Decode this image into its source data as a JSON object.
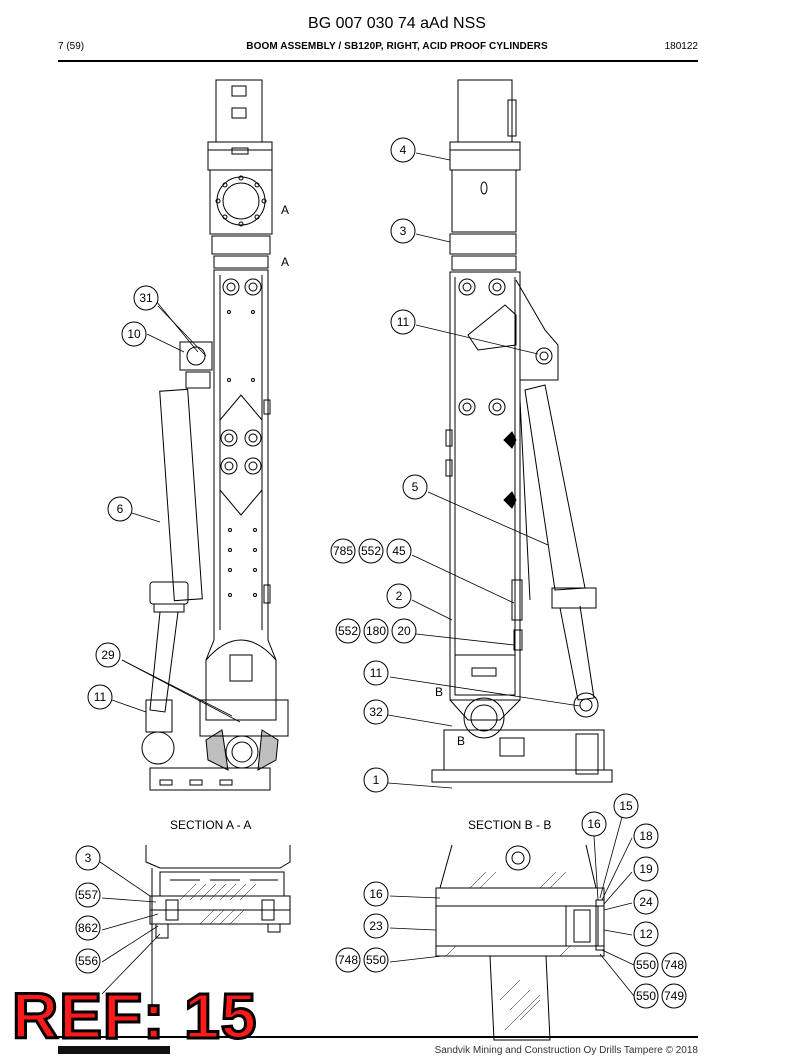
{
  "header": {
    "doc_number": "BG 007 030 74 aAd NSS",
    "page": "7 (59)",
    "title": "BOOM ASSEMBLY / SB120P, RIGHT, ACID PROOF CYLINDERS",
    "date": "180122"
  },
  "views": {
    "left_markers": [
      "A",
      "A"
    ],
    "right_markers": [
      "B",
      "B"
    ],
    "section_a": "SECTION A - A",
    "section_b": "SECTION B - B"
  },
  "callouts": {
    "c31": "31",
    "c10": "10",
    "c6": "6",
    "c29": "29",
    "c11a": "11",
    "c4": "4",
    "c3": "3",
    "c11b": "11",
    "c5": "5",
    "c785": "785",
    "c552a": "552",
    "c45": "45",
    "c2": "2",
    "c552b": "552",
    "c180": "180",
    "c20": "20",
    "c11c": "11",
    "c32": "32",
    "c1": "1",
    "s3": "3",
    "s557": "557",
    "s862": "862",
    "s556": "556",
    "s16a": "16",
    "s23": "23",
    "s748a": "748",
    "s550a": "550",
    "s15": "15",
    "s16b": "16",
    "s18": "18",
    "s19": "19",
    "s24": "24",
    "s12": "12",
    "s550b": "550",
    "s748b": "748",
    "s550c": "550",
    "s749": "749"
  },
  "ref_stamp": "REF: 15",
  "footer": "Sandvik Mining and Construction Oy Drills Tampere © 2018",
  "colors": {
    "stamp": "#ff1a1a",
    "line": "#000000"
  }
}
